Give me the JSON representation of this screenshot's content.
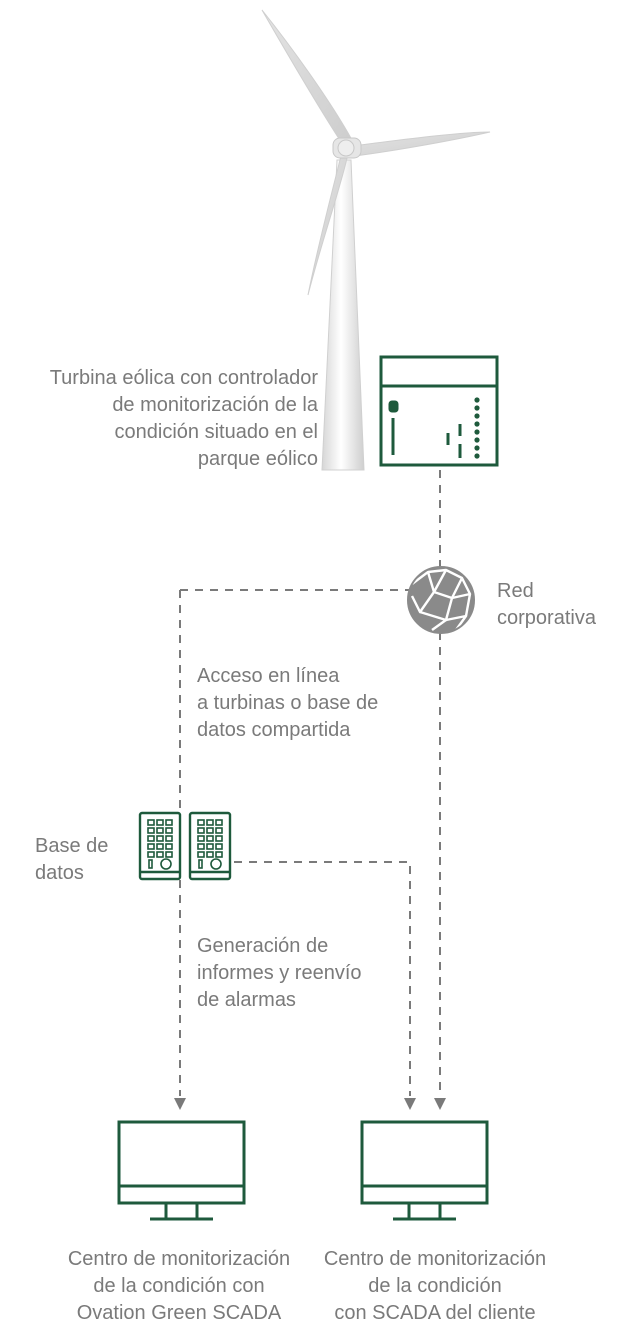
{
  "labels": {
    "turbine": [
      "Turbina eólica con controlador",
      "de monitorización de la",
      "condición situado en el",
      "parque eólico"
    ],
    "network": [
      "Red",
      "corporativa"
    ],
    "online_access": [
      "Acceso en línea",
      "a turbinas o base de",
      "datos compartida"
    ],
    "database": [
      "Base de",
      "datos"
    ],
    "reports": [
      "Generación de",
      "informes y reenvío",
      "de alarmas"
    ],
    "center_ovation": [
      "Centro de monitorización",
      "de la condición con",
      "Ovation Green SCADA"
    ],
    "center_client": [
      "Centro de monitorización",
      "de la condición",
      "con SCADA del cliente"
    ]
  },
  "colors": {
    "accent": "#1e5a3c",
    "line": "#7a7a7a",
    "text": "#7a7a7a",
    "globe": "#8a8a8a"
  },
  "icons": [
    "wind-turbine-icon",
    "controller-icon",
    "globe-network-icon",
    "database-server-icon",
    "monitor-icon"
  ]
}
